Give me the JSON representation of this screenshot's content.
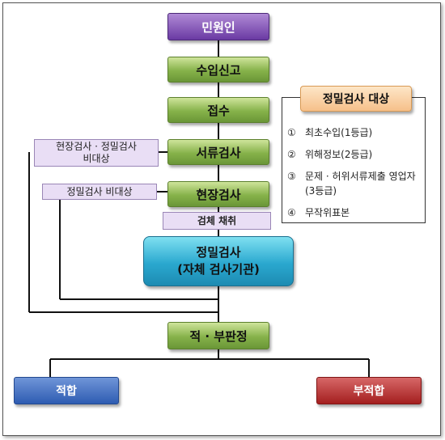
{
  "flow": {
    "civil_petition": "민원인",
    "import_declaration": "수입신고",
    "receipt": "접수",
    "document_inspection": "서류검사",
    "field_inspection": "현장검사",
    "sample_collection": "검체 채취",
    "precise_inspection": [
      "정밀검사",
      "(자체 검사기관)"
    ],
    "judgment": "적 · 부판정",
    "pass": "적합",
    "fail": "부적합"
  },
  "side_notes": {
    "not_field_or_precise": [
      "현장검사 · 정밀검사",
      "비대상"
    ],
    "not_precise": "정밀검사 비대상"
  },
  "precise_targets": {
    "title": "정밀검사 대상",
    "items": [
      {
        "num": "①",
        "text": "최초수입(1등급)"
      },
      {
        "num": "②",
        "text": "위해정보(2등급)"
      },
      {
        "num": "③",
        "text": "문제 · 허위서류제출 영업자 (3등급)"
      },
      {
        "num": "④",
        "text": "무작위표본"
      }
    ]
  },
  "colors": {
    "start": "#6a3aa3",
    "step": "#86b24a",
    "precise": "#2aa8cf",
    "pass": "#2e5cb2",
    "fail": "#a41f1f",
    "note": "#e9def5",
    "target_title": "#f6c08a"
  }
}
